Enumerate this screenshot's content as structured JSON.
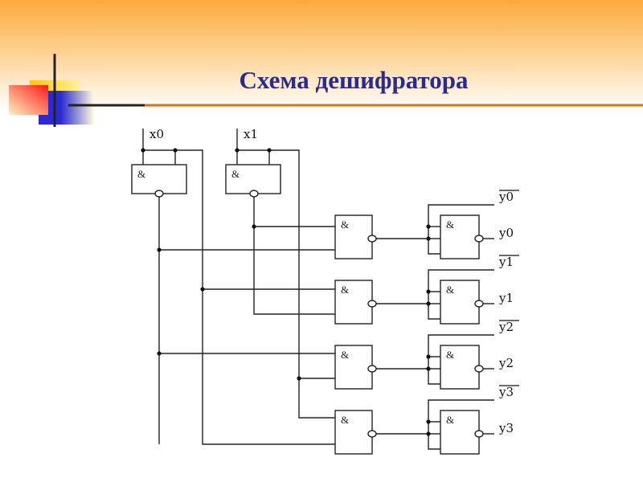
{
  "slide": {
    "title": "Схема дешифратора"
  },
  "colors": {
    "title": "#2b2b8f",
    "accent_line": "#c87a20",
    "wire": "#222222"
  },
  "circuit": {
    "inputs": [
      "x0",
      "x1"
    ],
    "gate_symbol": "&",
    "outputs": [
      {
        "inverted": "y0",
        "direct": "y0"
      },
      {
        "inverted": "y1",
        "direct": "y1"
      },
      {
        "inverted": "y2",
        "direct": "y2"
      },
      {
        "inverted": "y3",
        "direct": "y3"
      }
    ]
  }
}
